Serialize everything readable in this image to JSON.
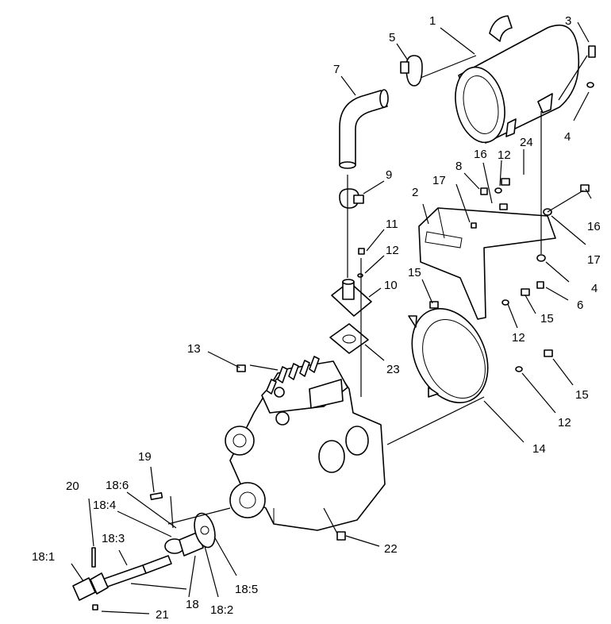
{
  "labels": [
    {
      "id": "1",
      "text": "1"
    },
    {
      "id": "2",
      "text": "2"
    },
    {
      "id": "3",
      "text": "3"
    },
    {
      "id": "4a",
      "text": "4"
    },
    {
      "id": "4b",
      "text": "4"
    },
    {
      "id": "5",
      "text": "5"
    },
    {
      "id": "6",
      "text": "6"
    },
    {
      "id": "7",
      "text": "7"
    },
    {
      "id": "8",
      "text": "8"
    },
    {
      "id": "9",
      "text": "9"
    },
    {
      "id": "10",
      "text": "10"
    },
    {
      "id": "11",
      "text": "11"
    },
    {
      "id": "12a",
      "text": "12"
    },
    {
      "id": "12b",
      "text": "12"
    },
    {
      "id": "12c",
      "text": "12"
    },
    {
      "id": "12d",
      "text": "12"
    },
    {
      "id": "13",
      "text": "13"
    },
    {
      "id": "14",
      "text": "14"
    },
    {
      "id": "15a",
      "text": "15"
    },
    {
      "id": "15b",
      "text": "15"
    },
    {
      "id": "15c",
      "text": "15"
    },
    {
      "id": "16a",
      "text": "16"
    },
    {
      "id": "16b",
      "text": "16"
    },
    {
      "id": "17a",
      "text": "17"
    },
    {
      "id": "17b",
      "text": "17"
    },
    {
      "id": "18",
      "text": "18"
    },
    {
      "id": "18-1",
      "text": "18:1"
    },
    {
      "id": "18-2",
      "text": "18:2"
    },
    {
      "id": "18-3",
      "text": "18:3"
    },
    {
      "id": "18-4",
      "text": "18:4"
    },
    {
      "id": "18-5",
      "text": "18:5"
    },
    {
      "id": "18-6",
      "text": "18:6"
    },
    {
      "id": "19",
      "text": "19"
    },
    {
      "id": "20",
      "text": "20"
    },
    {
      "id": "21",
      "text": "21"
    },
    {
      "id": "22",
      "text": "22"
    },
    {
      "id": "23",
      "text": "23"
    },
    {
      "id": "24",
      "text": "24"
    }
  ]
}
